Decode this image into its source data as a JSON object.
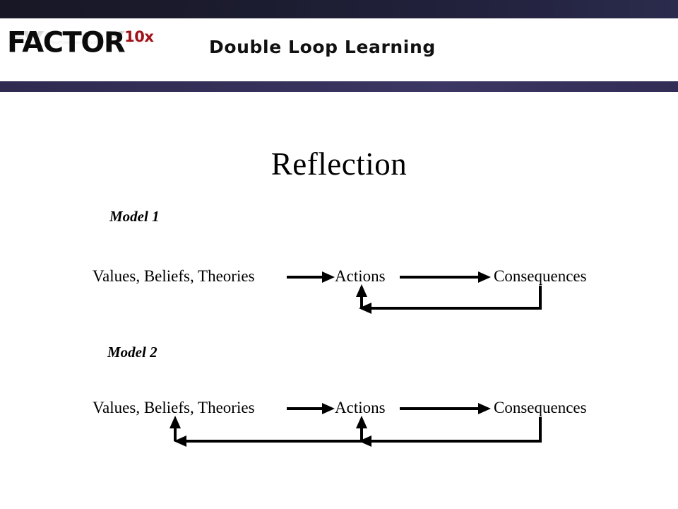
{
  "header": {
    "logo_text": "FACTOR",
    "logo_superscript": "10x",
    "title": "Double Loop Learning",
    "bar_top_color": "#1b1b2d",
    "bar_bottom_color": "#343059",
    "logo_accent_color": "#a01018"
  },
  "slide": {
    "title": "Reflection",
    "models": [
      {
        "label": "Model 1",
        "nodes": {
          "values": "Values, Beliefs, Theories",
          "actions": "Actions",
          "consequences": "Consequences"
        },
        "loops": 1
      },
      {
        "label": "Model 2",
        "nodes": {
          "values": "Values, Beliefs, Theories",
          "actions": "Actions",
          "consequences": "Consequences"
        },
        "loops": 2
      }
    ]
  }
}
